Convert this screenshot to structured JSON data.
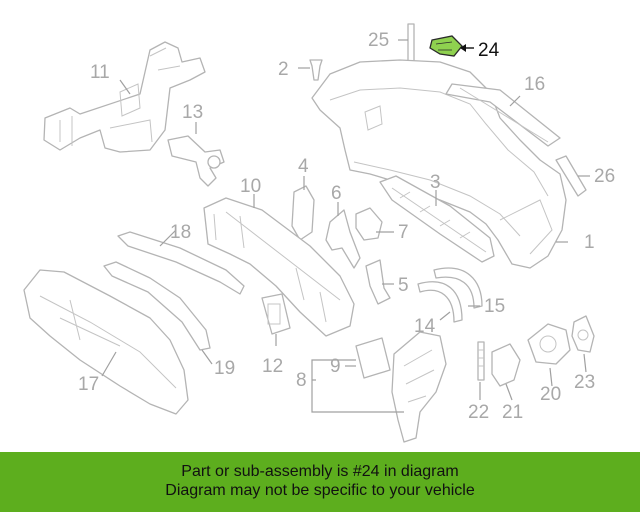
{
  "callouts": [
    {
      "id": "p1",
      "label": "1"
    },
    {
      "id": "p2",
      "label": "2"
    },
    {
      "id": "p3",
      "label": "3"
    },
    {
      "id": "p4",
      "label": "4"
    },
    {
      "id": "p5",
      "label": "5"
    },
    {
      "id": "p6",
      "label": "6"
    },
    {
      "id": "p7",
      "label": "7"
    },
    {
      "id": "p8",
      "label": "8"
    },
    {
      "id": "p9",
      "label": "9"
    },
    {
      "id": "p10",
      "label": "10"
    },
    {
      "id": "p11",
      "label": "11"
    },
    {
      "id": "p12",
      "label": "12"
    },
    {
      "id": "p13",
      "label": "13"
    },
    {
      "id": "p14",
      "label": "14"
    },
    {
      "id": "p15",
      "label": "15"
    },
    {
      "id": "p16",
      "label": "16"
    },
    {
      "id": "p17",
      "label": "17"
    },
    {
      "id": "p18",
      "label": "18"
    },
    {
      "id": "p19",
      "label": "19"
    },
    {
      "id": "p20",
      "label": "20"
    },
    {
      "id": "p21",
      "label": "21"
    },
    {
      "id": "p22",
      "label": "22"
    },
    {
      "id": "p23",
      "label": "23"
    },
    {
      "id": "p24",
      "label": "24"
    },
    {
      "id": "p25",
      "label": "25"
    },
    {
      "id": "p26",
      "label": "26"
    }
  ],
  "highlighted_part": "24",
  "colors": {
    "highlight_part": "#8fd14f",
    "banner": "#5dae1e",
    "line_art": "#b4b4b4"
  },
  "banner": {
    "line1": "Part or sub-assembly is #24 in diagram",
    "line2": "Diagram may not be specific to your vehicle"
  }
}
